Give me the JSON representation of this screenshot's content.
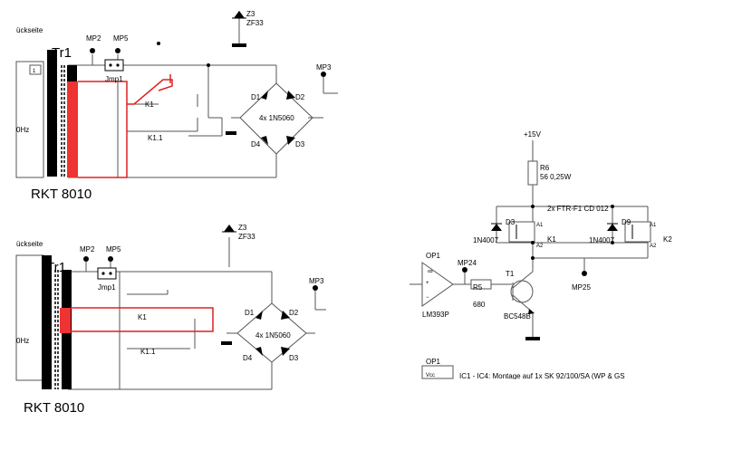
{
  "top": {
    "rueckseite": "ückseite",
    "tr": "Tr1",
    "freq": "0Hz",
    "pin1": "1",
    "mp2": "MP2",
    "mp5": "MP5",
    "jmp": "Jmp1",
    "zener_name": "Z3",
    "zener_type": "ZF33",
    "mp3": "MP3",
    "d1": "D1",
    "d2": "D2",
    "d3": "D3",
    "d4": "D4",
    "bridge": "4x 1N5060",
    "k1": "K1",
    "k11": "K1.1",
    "caption": "RKT 8010"
  },
  "bottom": {
    "rueckseite": "ückseite",
    "tr": "Tr1",
    "freq": "0Hz",
    "mp2": "MP2",
    "mp5": "MP5",
    "jmp": "Jmp1",
    "zener_name": "Z3",
    "zener_type": "ZF33",
    "mp3": "MP3",
    "d1": "D1",
    "d2": "D2",
    "d3": "D3",
    "d4": "D4",
    "bridge": "4x 1N5060",
    "k1": "K1",
    "k11": "K1.1",
    "caption": "RKT 8010"
  },
  "right": {
    "supply": "+15V",
    "r6_name": "R6",
    "r6_val": "56 0,25W",
    "relays": "2x FTR-F1 CD 012",
    "d3": "D3",
    "d3_type": "1N4007",
    "k1": "K1",
    "a1_l": "A1",
    "a2_l": "A2",
    "d9": "D9",
    "d9_type": "1N4007",
    "k2": "K2",
    "a1_r": "A1",
    "a2_r": "A2",
    "op1": "OP1",
    "op_part": "LM393P",
    "mp24": "MP24",
    "r5_name": "R5",
    "r5_val": "680",
    "t1": "T1",
    "t1_type": "BC548B",
    "mp25": "MP25",
    "op1b": "OP1",
    "vcc": "Vcc",
    "note": "IC1 - IC4: Montage auf 1x SK 92/100/SA (WP & GS"
  }
}
